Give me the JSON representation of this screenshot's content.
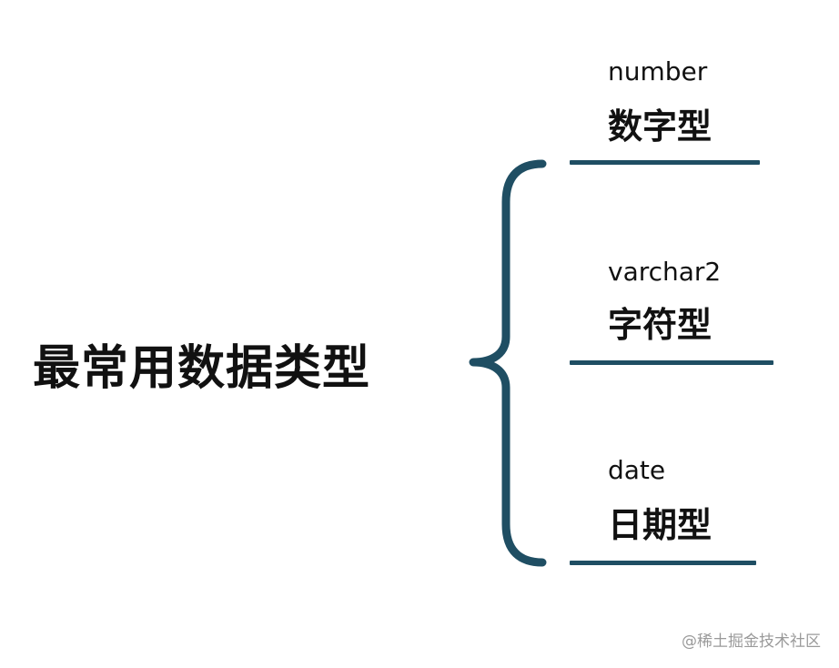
{
  "title": "最常用数据类型",
  "items": [
    {
      "en": "number",
      "zh": "数字型"
    },
    {
      "en": "varchar2",
      "zh": "字符型"
    },
    {
      "en": "date",
      "zh": "日期型"
    }
  ],
  "colors": {
    "brace": "#1f4e63",
    "lines": "#1f4e63",
    "text": "#111111"
  },
  "watermark": "@稀土掘金技术社区"
}
